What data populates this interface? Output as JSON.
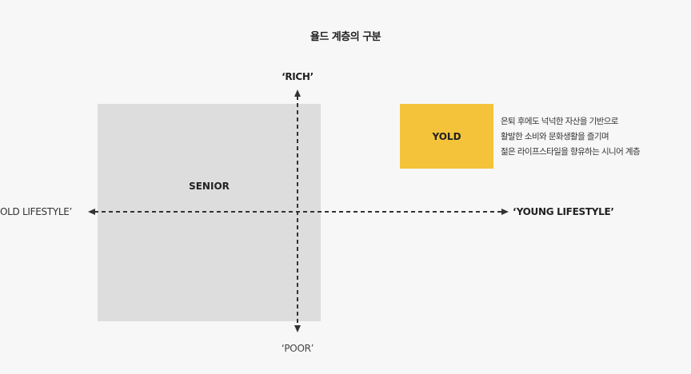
{
  "title": "욜드 계층의 구분",
  "axes": {
    "top": "‘RICH’",
    "bottom": "‘POOR’",
    "left": "OLD LIFESTYLE’",
    "right": "‘YOUNG LIFESTYLE’"
  },
  "quadrants": {
    "senior": {
      "label": "SENIOR",
      "color": "#dddddd"
    },
    "yold": {
      "label": "YOLD",
      "color": "#f4c33a"
    }
  },
  "description": {
    "lines": [
      "은퇴 후에도 넉넉한 자산을 기반으로",
      "활발한 소비와 문화생활을 즐기며",
      "젊은 라이프스타일을 향유하는 시니어 계층"
    ]
  },
  "colors": {
    "background": "#f7f7f7",
    "axis": "#333333"
  }
}
